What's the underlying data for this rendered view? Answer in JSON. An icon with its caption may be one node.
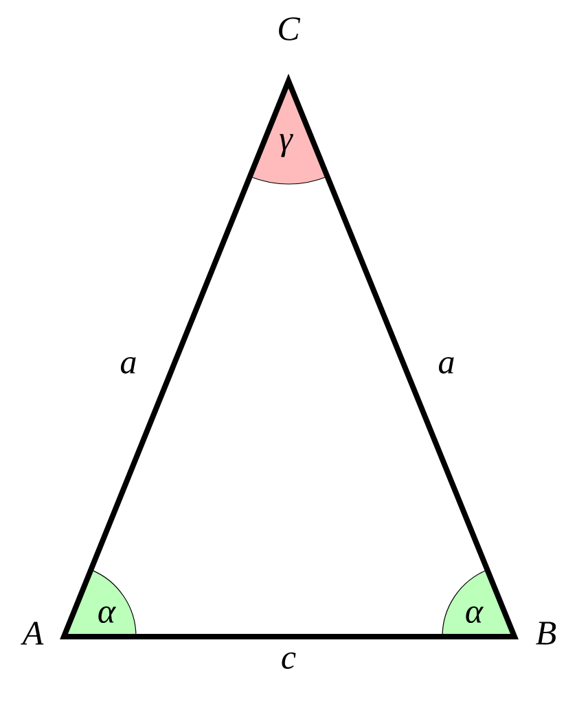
{
  "diagram": {
    "labels": [
      "C",
      "γ",
      "a",
      "a",
      "α",
      "α",
      "A",
      "B",
      "c"
    ]
  }
}
